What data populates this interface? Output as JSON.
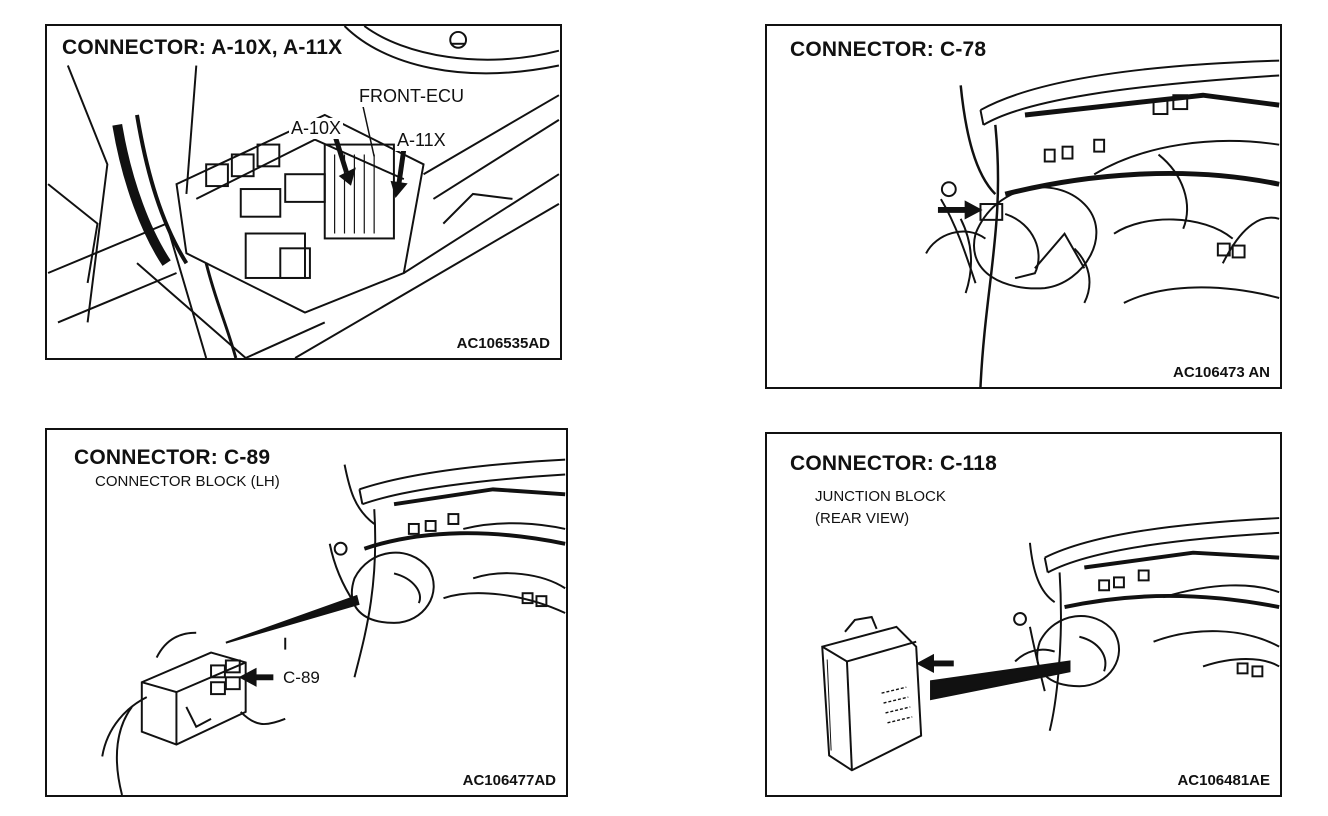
{
  "panels": {
    "p1": {
      "title": "CONNECTOR: A-10X, A-11X",
      "code": "AC106535AD",
      "label_front_ecu": "FRONT-ECU",
      "label_a10x": "A-10X",
      "label_a11x": "A-11X"
    },
    "p2": {
      "title": "CONNECTOR: C-78",
      "code": "AC106473 AN"
    },
    "p3": {
      "title": "CONNECTOR: C-89",
      "subtitle": "CONNECTOR BLOCK (LH)",
      "callout": "C-89",
      "code": "AC106477AD"
    },
    "p4": {
      "title": "CONNECTOR: C-118",
      "subtitle_line1": "JUNCTION BLOCK",
      "subtitle_line2": "(REAR VIEW)",
      "code": "AC106481AE"
    }
  }
}
